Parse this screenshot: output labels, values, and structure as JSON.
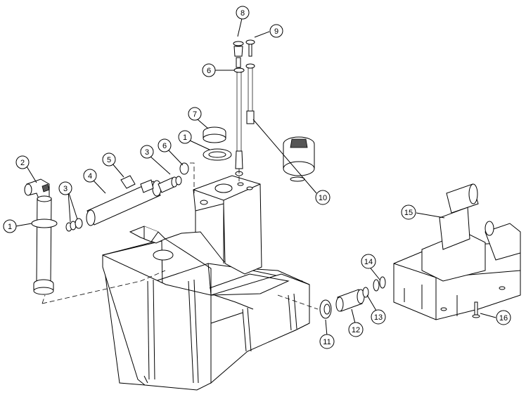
{
  "callouts": [
    {
      "id": "c-8",
      "label": "8"
    },
    {
      "id": "c-9",
      "label": "9"
    },
    {
      "id": "c-6a",
      "label": "6"
    },
    {
      "id": "c-7",
      "label": "7"
    },
    {
      "id": "c-1a",
      "label": "1"
    },
    {
      "id": "c-3a",
      "label": "3"
    },
    {
      "id": "c-6b",
      "label": "6"
    },
    {
      "id": "c-5",
      "label": "5"
    },
    {
      "id": "c-4",
      "label": "4"
    },
    {
      "id": "c-2",
      "label": "2"
    },
    {
      "id": "c-3b",
      "label": "3"
    },
    {
      "id": "c-1b",
      "label": "1"
    },
    {
      "id": "c-10",
      "label": "10"
    },
    {
      "id": "c-15",
      "label": "15"
    },
    {
      "id": "c-14",
      "label": "14"
    },
    {
      "id": "c-13",
      "label": "13"
    },
    {
      "id": "c-12",
      "label": "12"
    },
    {
      "id": "c-11",
      "label": "11"
    },
    {
      "id": "c-16",
      "label": "16"
    }
  ]
}
